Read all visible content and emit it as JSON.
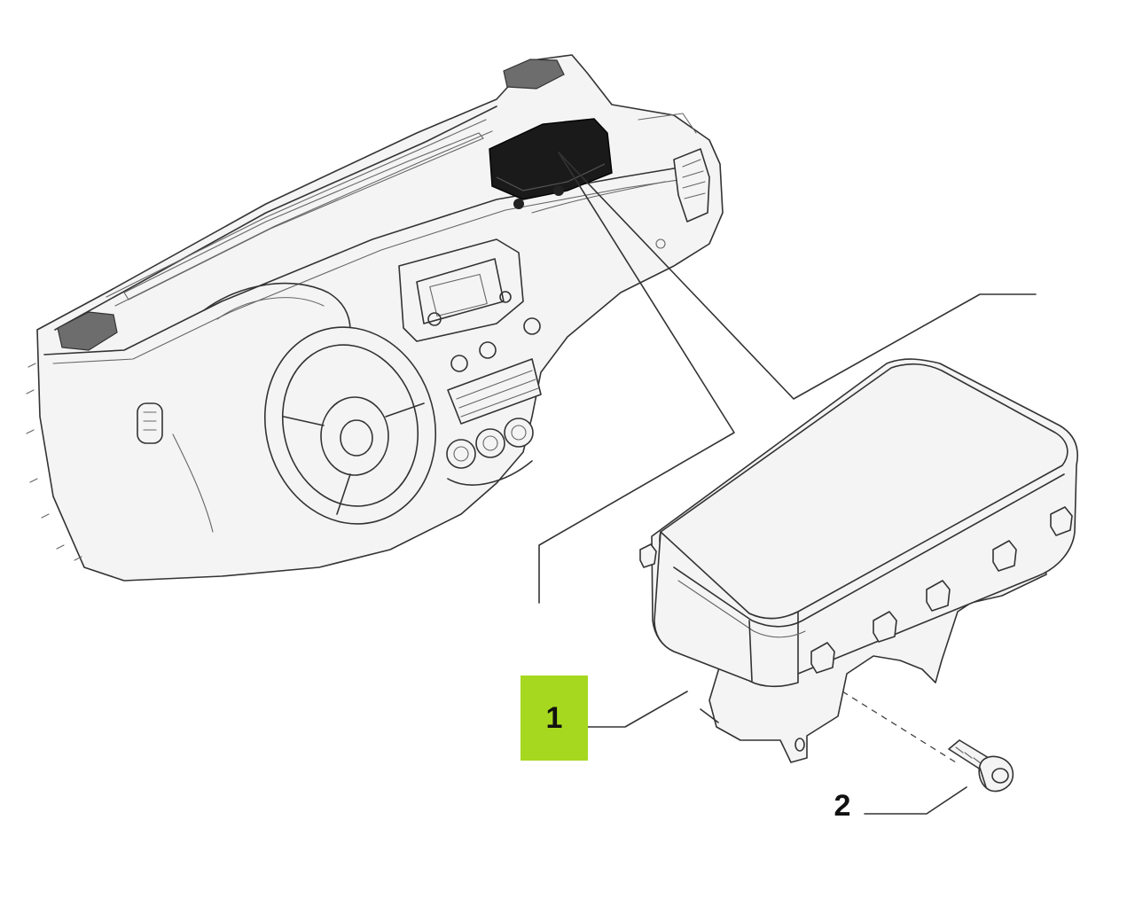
{
  "callouts": [
    {
      "label": "1",
      "highlight": "#a6d81f"
    },
    {
      "label": "2"
    }
  ],
  "icons": [
    "dashboard-illustration",
    "airbag-module-illustration",
    "bolt-illustration"
  ]
}
